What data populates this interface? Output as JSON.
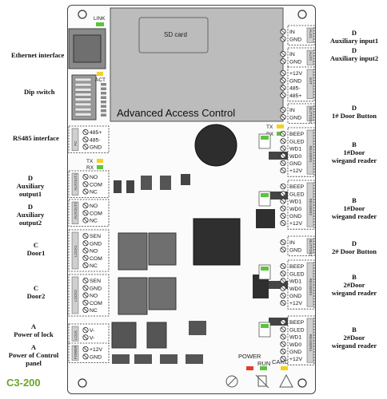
{
  "model": "C3-200",
  "sd_card_label": "SD card",
  "board_title": "Advanced Access Control",
  "link_label": "LINK",
  "act_label": "ACT",
  "tx_label": "TX",
  "rx_label": "RX",
  "power_label": "POWER",
  "run_label": "RUN",
  "card_label": "CARD",
  "left_callouts": {
    "ethernet": "Ethernet interface",
    "dip": "Dip switch",
    "rs485": "RS485  interface",
    "aux_out1": [
      "D",
      "Auxiliary output1"
    ],
    "aux_out2": [
      "D",
      "Auxiliary output2"
    ],
    "door1": [
      "C",
      "Door1"
    ],
    "door2": [
      "C",
      "Door2"
    ],
    "lock_power": [
      "A",
      "Power of lock"
    ],
    "panel_power": [
      "A",
      "Power of Control panel"
    ]
  },
  "right_callouts": {
    "aux_in1": [
      "D",
      "Auxiliary input1"
    ],
    "aux_in2": [
      "D",
      "Auxiliary input2"
    ],
    "door_button1": [
      "D",
      "1# Door Button"
    ],
    "reader1": [
      "B",
      "1#Door",
      "wiegand reader"
    ],
    "reader2": [
      "B",
      "1#Door",
      "wiegand reader"
    ],
    "door_button2": [
      "D",
      "2# Door Button"
    ],
    "reader3": [
      "B",
      "2#Door",
      "wiegand reader"
    ],
    "reader4": [
      "B",
      "2#Door",
      "wiegand reader"
    ]
  },
  "left_terminals": {
    "rs485": {
      "side": "PC",
      "pins": [
        "485+",
        "485-",
        "GND"
      ]
    },
    "aux_out1": {
      "side": "AUXOUT1",
      "pins": [
        "NO",
        "COM",
        "NC"
      ]
    },
    "aux_out2": {
      "side": "AUXOUT2",
      "pins": [
        "NO",
        "COM",
        "NC"
      ]
    },
    "lock1": {
      "side": "LOCK1",
      "pins": [
        "SEN",
        "GND",
        "NO",
        "COM",
        "NC"
      ]
    },
    "lock2": {
      "side": "LOCK2",
      "pins": [
        "SEN",
        "GND",
        "NO",
        "COM",
        "NC"
      ]
    },
    "lock_power": {
      "side": "LOCK",
      "pins": [
        "V-",
        "V-"
      ]
    },
    "panel_power": {
      "side": "POWER",
      "pins": [
        "+12V",
        "GND"
      ]
    }
  },
  "right_terminals": {
    "aux1": {
      "side": "AUX1",
      "pins": [
        "IN",
        "GND"
      ]
    },
    "aux2": {
      "side": "AUX2",
      "pins": [
        "IN",
        "GND"
      ]
    },
    "ext": {
      "side": "EXT",
      "pins": [
        "+12V",
        "GND",
        "485-",
        "485+"
      ]
    },
    "button1": {
      "side": "BUTTON1",
      "pins": [
        "IN",
        "GND"
      ]
    },
    "reader1": {
      "side": "READER1",
      "pins": [
        "BEEP",
        "GLED",
        "WD1",
        "WD0",
        "GND",
        "+12V"
      ]
    },
    "reader2": {
      "side": "READER2",
      "pins": [
        "BEEP",
        "GLED",
        "WD1",
        "WD0",
        "GND",
        "+12V"
      ]
    },
    "button2": {
      "side": "BUTTON2",
      "pins": [
        "IN",
        "GND"
      ]
    },
    "reader3": {
      "side": "READER3",
      "pins": [
        "BEEP",
        "GLED",
        "WD1",
        "WD0",
        "GND",
        "+12V"
      ]
    },
    "reader4": {
      "side": "READER4",
      "pins": [
        "BEEP",
        "GLED",
        "WD1",
        "WD0",
        "GND",
        "+12V"
      ]
    }
  }
}
